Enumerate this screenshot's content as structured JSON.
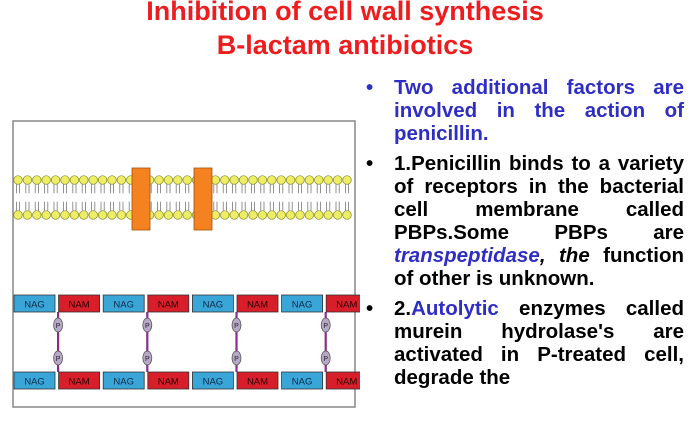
{
  "title": {
    "line1": "Inhibition of cell wall synthesis",
    "line2": "B-lactam antibiotics"
  },
  "colors": {
    "title": "#ee1c1c",
    "blue_text": "#2e2ec4",
    "nag": "#3aa6d8",
    "nam": "#d81e2a",
    "lipid_head": "#eeee66",
    "protein": "#f58220",
    "bridge": "#8a2b8f"
  },
  "diagram": {
    "nag_label": "NAG",
    "nam_label": "NAM",
    "p_label": "P",
    "top_chain": [
      "NAG",
      "NAM",
      "NAG",
      "NAM",
      "NAG",
      "NAM",
      "NAG",
      "NAM"
    ],
    "bottom_chain": [
      "NAG",
      "NAM",
      "NAG",
      "NAM",
      "NAG",
      "NAM",
      "NAG",
      "NAM"
    ]
  },
  "bullets": [
    {
      "parts": [
        {
          "text": "Two additional factors are involved in the action of penicillin.",
          "style": "blue"
        }
      ]
    },
    {
      "parts": [
        {
          "text": "1.Penicillin binds to a variety of receptors in the bacterial cell membrane called PBPs.Some PBPs are ",
          "style": "black"
        },
        {
          "text": "transpeptidase",
          "style": "blue-italic"
        },
        {
          "text": ", ",
          "style": "black-italic"
        },
        {
          "text": "the",
          "style": "black-italic"
        },
        {
          "text": " function of other is unknown.",
          "style": "black"
        }
      ]
    },
    {
      "parts": [
        {
          "text": "2.",
          "style": "black"
        },
        {
          "text": "Autolytic",
          "style": "blue"
        },
        {
          "text": " enzymes called murein hydrolase's are activated in P-treated cell, degrade the",
          "style": "black"
        }
      ]
    }
  ]
}
